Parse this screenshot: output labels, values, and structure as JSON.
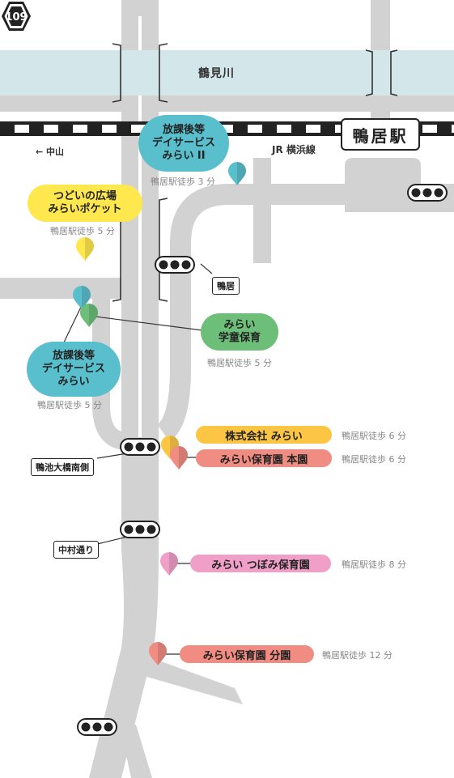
{
  "river": {
    "name": "鶴見川"
  },
  "rail": {
    "name": "JR 横浜線"
  },
  "station": {
    "name": "鴨居駅"
  },
  "direction": {
    "label": "← 中山"
  },
  "route_shield": {
    "number": "109"
  },
  "colors": {
    "teal": "#59bfcc",
    "yellow": "#ffe84d",
    "green": "#6cbe78",
    "orange": "#fcc644",
    "coral": "#f08c82",
    "pink": "#f0a0c8",
    "road": "#d2d2d2",
    "river": "#d3e6ea"
  },
  "signals": [
    {
      "label": "鴨居"
    },
    {
      "label": "鴨池大橋南側"
    },
    {
      "label": "中村通り"
    },
    {
      "label": ""
    },
    {
      "label": ""
    }
  ],
  "places": [
    {
      "id": "dayservice-2",
      "lines": [
        "放課後等",
        "デイサービス",
        "みらい II"
      ],
      "walk": "鴨居駅徒歩 3 分",
      "color": "#59bfcc"
    },
    {
      "id": "tsudoi",
      "lines": [
        "つどいの広場",
        "みらいポケット"
      ],
      "walk": "鴨居駅徒歩 5 分",
      "color": "#ffe84d"
    },
    {
      "id": "gakudo",
      "lines": [
        "みらい",
        "学童保育"
      ],
      "walk": "鴨居駅徒歩 5 分",
      "color": "#6cbe78"
    },
    {
      "id": "dayservice-1",
      "lines": [
        "放課後等",
        "デイサービス",
        "みらい"
      ],
      "walk": "鴨居駅徒歩 5 分",
      "color": "#59bfcc"
    },
    {
      "id": "company",
      "lines": [
        "株式会社 みらい"
      ],
      "walk": "鴨居駅徒歩 6 分",
      "color": "#fcc644"
    },
    {
      "id": "nursery-main",
      "lines": [
        "みらい保育園 本園"
      ],
      "walk": "鴨居駅徒歩 6 分",
      "color": "#f08c82"
    },
    {
      "id": "tsubomi",
      "lines": [
        "みらい つぼみ保育園"
      ],
      "walk": "鴨居駅徒歩 8 分",
      "color": "#f0a0c8"
    },
    {
      "id": "nursery-branch",
      "lines": [
        "みらい保育園 分園"
      ],
      "walk": "鴨居駅徒歩 12 分",
      "color": "#f08c82"
    }
  ]
}
